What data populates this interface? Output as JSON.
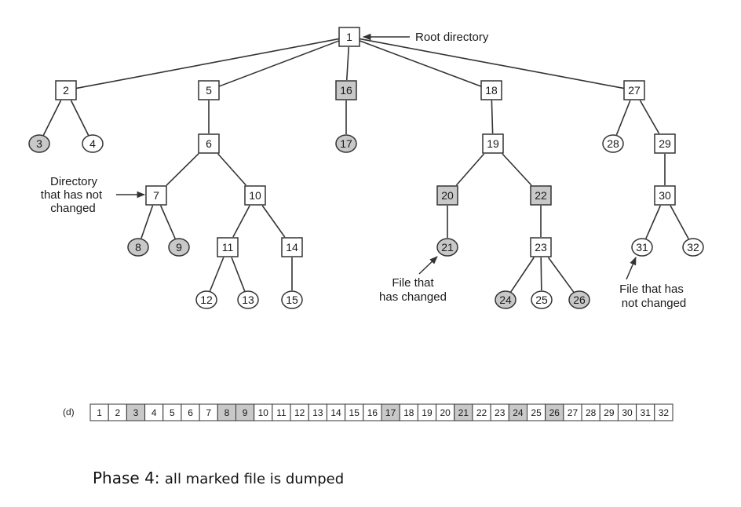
{
  "colors": {
    "marked_fill": "#c8c8c8",
    "unmarked_fill": "#ffffff",
    "stroke": "#333333"
  },
  "annotations": {
    "root": "Root directory",
    "dir_unchanged": [
      "Directory",
      "that has not",
      "changed"
    ],
    "file_changed": [
      "File that",
      "has changed"
    ],
    "file_unchanged": [
      "File that has",
      "not changed"
    ]
  },
  "bar": {
    "label": "(d)",
    "cells": [
      {
        "n": "1",
        "marked": false
      },
      {
        "n": "2",
        "marked": false
      },
      {
        "n": "3",
        "marked": true
      },
      {
        "n": "4",
        "marked": false
      },
      {
        "n": "5",
        "marked": false
      },
      {
        "n": "6",
        "marked": false
      },
      {
        "n": "7",
        "marked": false
      },
      {
        "n": "8",
        "marked": true
      },
      {
        "n": "9",
        "marked": true
      },
      {
        "n": "10",
        "marked": false
      },
      {
        "n": "11",
        "marked": false
      },
      {
        "n": "12",
        "marked": false
      },
      {
        "n": "13",
        "marked": false
      },
      {
        "n": "14",
        "marked": false
      },
      {
        "n": "15",
        "marked": false
      },
      {
        "n": "16",
        "marked": false
      },
      {
        "n": "17",
        "marked": true
      },
      {
        "n": "18",
        "marked": false
      },
      {
        "n": "19",
        "marked": false
      },
      {
        "n": "20",
        "marked": false
      },
      {
        "n": "21",
        "marked": true
      },
      {
        "n": "22",
        "marked": false
      },
      {
        "n": "23",
        "marked": false
      },
      {
        "n": "24",
        "marked": true
      },
      {
        "n": "25",
        "marked": false
      },
      {
        "n": "26",
        "marked": true
      },
      {
        "n": "27",
        "marked": false
      },
      {
        "n": "28",
        "marked": false
      },
      {
        "n": "29",
        "marked": false
      },
      {
        "n": "30",
        "marked": false
      },
      {
        "n": "31",
        "marked": false
      },
      {
        "n": "32",
        "marked": false
      }
    ]
  },
  "caption": {
    "lead": "Phase 4:",
    "rest": "all marked file is dumped"
  },
  "tree": {
    "nodes": [
      {
        "id": "1",
        "kind": "dir",
        "marked": false
      },
      {
        "id": "2",
        "kind": "dir",
        "marked": false
      },
      {
        "id": "3",
        "kind": "file",
        "marked": true
      },
      {
        "id": "4",
        "kind": "file",
        "marked": false
      },
      {
        "id": "5",
        "kind": "dir",
        "marked": false
      },
      {
        "id": "6",
        "kind": "dir",
        "marked": false
      },
      {
        "id": "7",
        "kind": "dir",
        "marked": false
      },
      {
        "id": "8",
        "kind": "file",
        "marked": true
      },
      {
        "id": "9",
        "kind": "file",
        "marked": true
      },
      {
        "id": "10",
        "kind": "dir",
        "marked": false
      },
      {
        "id": "11",
        "kind": "dir",
        "marked": false
      },
      {
        "id": "12",
        "kind": "file",
        "marked": false
      },
      {
        "id": "13",
        "kind": "file",
        "marked": false
      },
      {
        "id": "14",
        "kind": "dir",
        "marked": false
      },
      {
        "id": "15",
        "kind": "file",
        "marked": false
      },
      {
        "id": "16",
        "kind": "dir",
        "marked": true
      },
      {
        "id": "17",
        "kind": "file",
        "marked": true
      },
      {
        "id": "18",
        "kind": "dir",
        "marked": false
      },
      {
        "id": "19",
        "kind": "dir",
        "marked": false
      },
      {
        "id": "20",
        "kind": "dir",
        "marked": true
      },
      {
        "id": "21",
        "kind": "file",
        "marked": true
      },
      {
        "id": "22",
        "kind": "dir",
        "marked": true
      },
      {
        "id": "23",
        "kind": "dir",
        "marked": false
      },
      {
        "id": "24",
        "kind": "file",
        "marked": true
      },
      {
        "id": "25",
        "kind": "file",
        "marked": false
      },
      {
        "id": "26",
        "kind": "file",
        "marked": true
      },
      {
        "id": "27",
        "kind": "dir",
        "marked": false
      },
      {
        "id": "28",
        "kind": "file",
        "marked": false
      },
      {
        "id": "29",
        "kind": "dir",
        "marked": false
      },
      {
        "id": "30",
        "kind": "dir",
        "marked": false
      },
      {
        "id": "31",
        "kind": "file",
        "marked": false
      },
      {
        "id": "32",
        "kind": "file",
        "marked": false
      }
    ],
    "edges": [
      [
        "1",
        "2"
      ],
      [
        "1",
        "5"
      ],
      [
        "1",
        "16"
      ],
      [
        "1",
        "18"
      ],
      [
        "1",
        "27"
      ],
      [
        "2",
        "3"
      ],
      [
        "2",
        "4"
      ],
      [
        "5",
        "6"
      ],
      [
        "6",
        "7"
      ],
      [
        "6",
        "10"
      ],
      [
        "7",
        "8"
      ],
      [
        "7",
        "9"
      ],
      [
        "10",
        "11"
      ],
      [
        "10",
        "14"
      ],
      [
        "11",
        "12"
      ],
      [
        "11",
        "13"
      ],
      [
        "14",
        "15"
      ],
      [
        "16",
        "17"
      ],
      [
        "18",
        "19"
      ],
      [
        "19",
        "20"
      ],
      [
        "19",
        "22"
      ],
      [
        "20",
        "21"
      ],
      [
        "22",
        "23"
      ],
      [
        "23",
        "24"
      ],
      [
        "23",
        "25"
      ],
      [
        "23",
        "26"
      ],
      [
        "27",
        "28"
      ],
      [
        "27",
        "29"
      ],
      [
        "29",
        "30"
      ],
      [
        "30",
        "31"
      ],
      [
        "30",
        "32"
      ]
    ]
  }
}
